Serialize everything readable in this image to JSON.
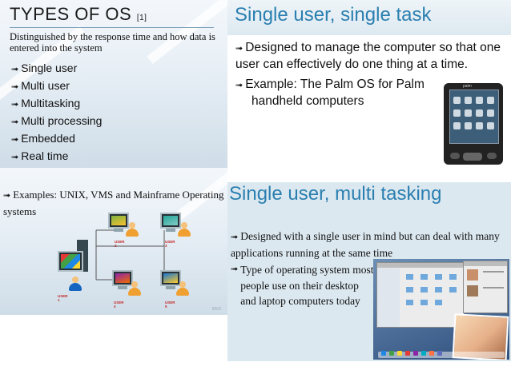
{
  "slides": {
    "types_of_os": {
      "title": "TYPES OF OS",
      "reference": "[1]",
      "intro": "Distinguished by the response time and how data is entered into the system",
      "items": [
        "Single user",
        "Multi user",
        "Multitasking",
        "Multi processing",
        "Embedded",
        "Real time"
      ]
    },
    "single_user_single_task": {
      "title": "Single user, single task",
      "bullets": [
        "Designed to manage the computer so that one user can effectively do one thing at a time.",
        "Example: The Palm OS for Palm"
      ],
      "bullet2_cont": "handheld computers",
      "device_brand": "palm"
    },
    "multi_user": {
      "examples": "Examples: UNIX, VMS and Mainframe Operating systems",
      "users": [
        "USER 1",
        "USER 2",
        "USER 3",
        "USER 4",
        "USER 5"
      ],
      "footer": "8/5/2"
    },
    "single_user_multi_tasking": {
      "title": "Single user, multi tasking",
      "bullets": [
        "Designed with a single user in mind but can deal with many applications running at the same time",
        "Type of operating system most people use on their desktop and laptop computers today"
      ]
    }
  },
  "colors": {
    "title_blue": "#2b7fb0",
    "user_red": "#c62828"
  }
}
